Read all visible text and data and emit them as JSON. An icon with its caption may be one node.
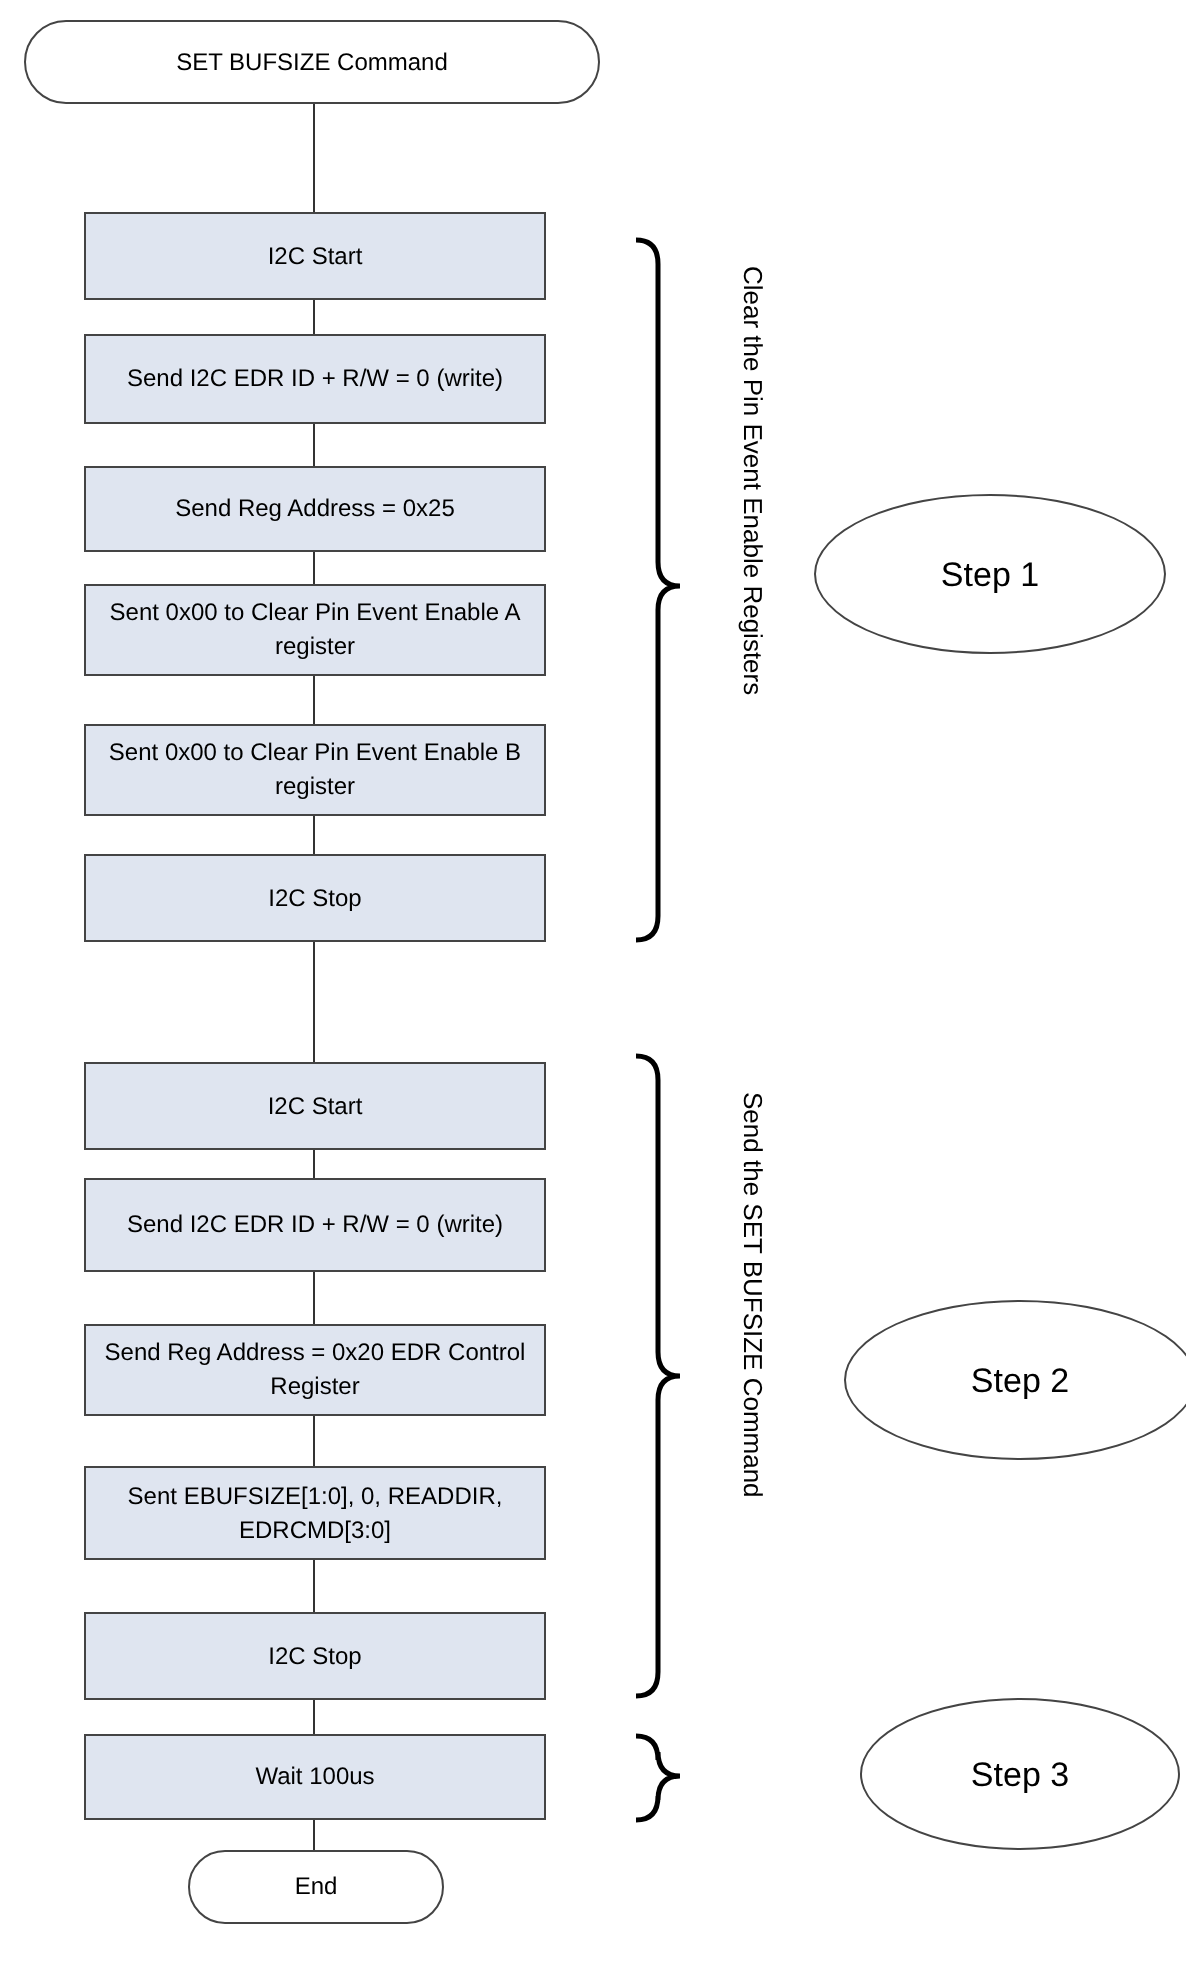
{
  "diagram": {
    "nodes": [
      {
        "text": [
          "SET BUFSIZE Command"
        ]
      },
      {
        "text": [
          "I2C Start"
        ]
      },
      {
        "text": [
          "Send I2C EDR ID + R/W = 0 (write)"
        ]
      },
      {
        "text": [
          "Send Reg Address = 0x25"
        ]
      },
      {
        "text": [
          "Sent 0x00 to Clear Pin Event Enable A register"
        ]
      },
      {
        "text": [
          "Sent 0x00 to Clear Pin Event Enable B register"
        ]
      },
      {
        "text": [
          "I2C Stop"
        ]
      },
      {
        "text": [
          "I2C Start"
        ]
      },
      {
        "text": [
          "Send I2C EDR ID + R/W = 0 (write)"
        ]
      },
      {
        "text": [
          "Send Reg Address = 0x20 EDR Control Register"
        ]
      },
      {
        "text": [
          "Sent EBUFSIZE[1:0], 0, READDIR, EDRCMD[3:0]"
        ]
      },
      {
        "text": [
          "I2C Stop"
        ]
      },
      {
        "text": [
          "Wait 100us"
        ]
      },
      {
        "text": [
          "End"
        ]
      },
      {
        "text": [
          "Step 1"
        ]
      },
      {
        "text": [
          "Step 2"
        ]
      },
      {
        "text": [
          "Step 3"
        ]
      }
    ],
    "edges": [
      {
        "from": 0,
        "to": 1,
        "arrow": "none"
      },
      {
        "from": 1,
        "to": 2,
        "arrow": "none"
      },
      {
        "from": 2,
        "to": 3,
        "arrow": "none"
      },
      {
        "from": 3,
        "to": 4,
        "arrow": "none"
      },
      {
        "from": 4,
        "to": 5,
        "arrow": "none"
      },
      {
        "from": 5,
        "to": 6,
        "arrow": "none"
      },
      {
        "from": 6,
        "to": 7,
        "arrow": "none"
      },
      {
        "from": 7,
        "to": 8,
        "arrow": "none"
      },
      {
        "from": 8,
        "to": 9,
        "arrow": "none"
      },
      {
        "from": 9,
        "to": 10,
        "arrow": "none"
      },
      {
        "from": 10,
        "to": 11,
        "arrow": "none"
      },
      {
        "from": 11,
        "to": 12,
        "arrow": "none"
      },
      {
        "from": 12,
        "to": 13,
        "arrow": "none"
      }
    ],
    "labels": [
      "Clear the Pin Event Enable Registers",
      "Send the SET BUFSIZE Command"
    ]
  }
}
